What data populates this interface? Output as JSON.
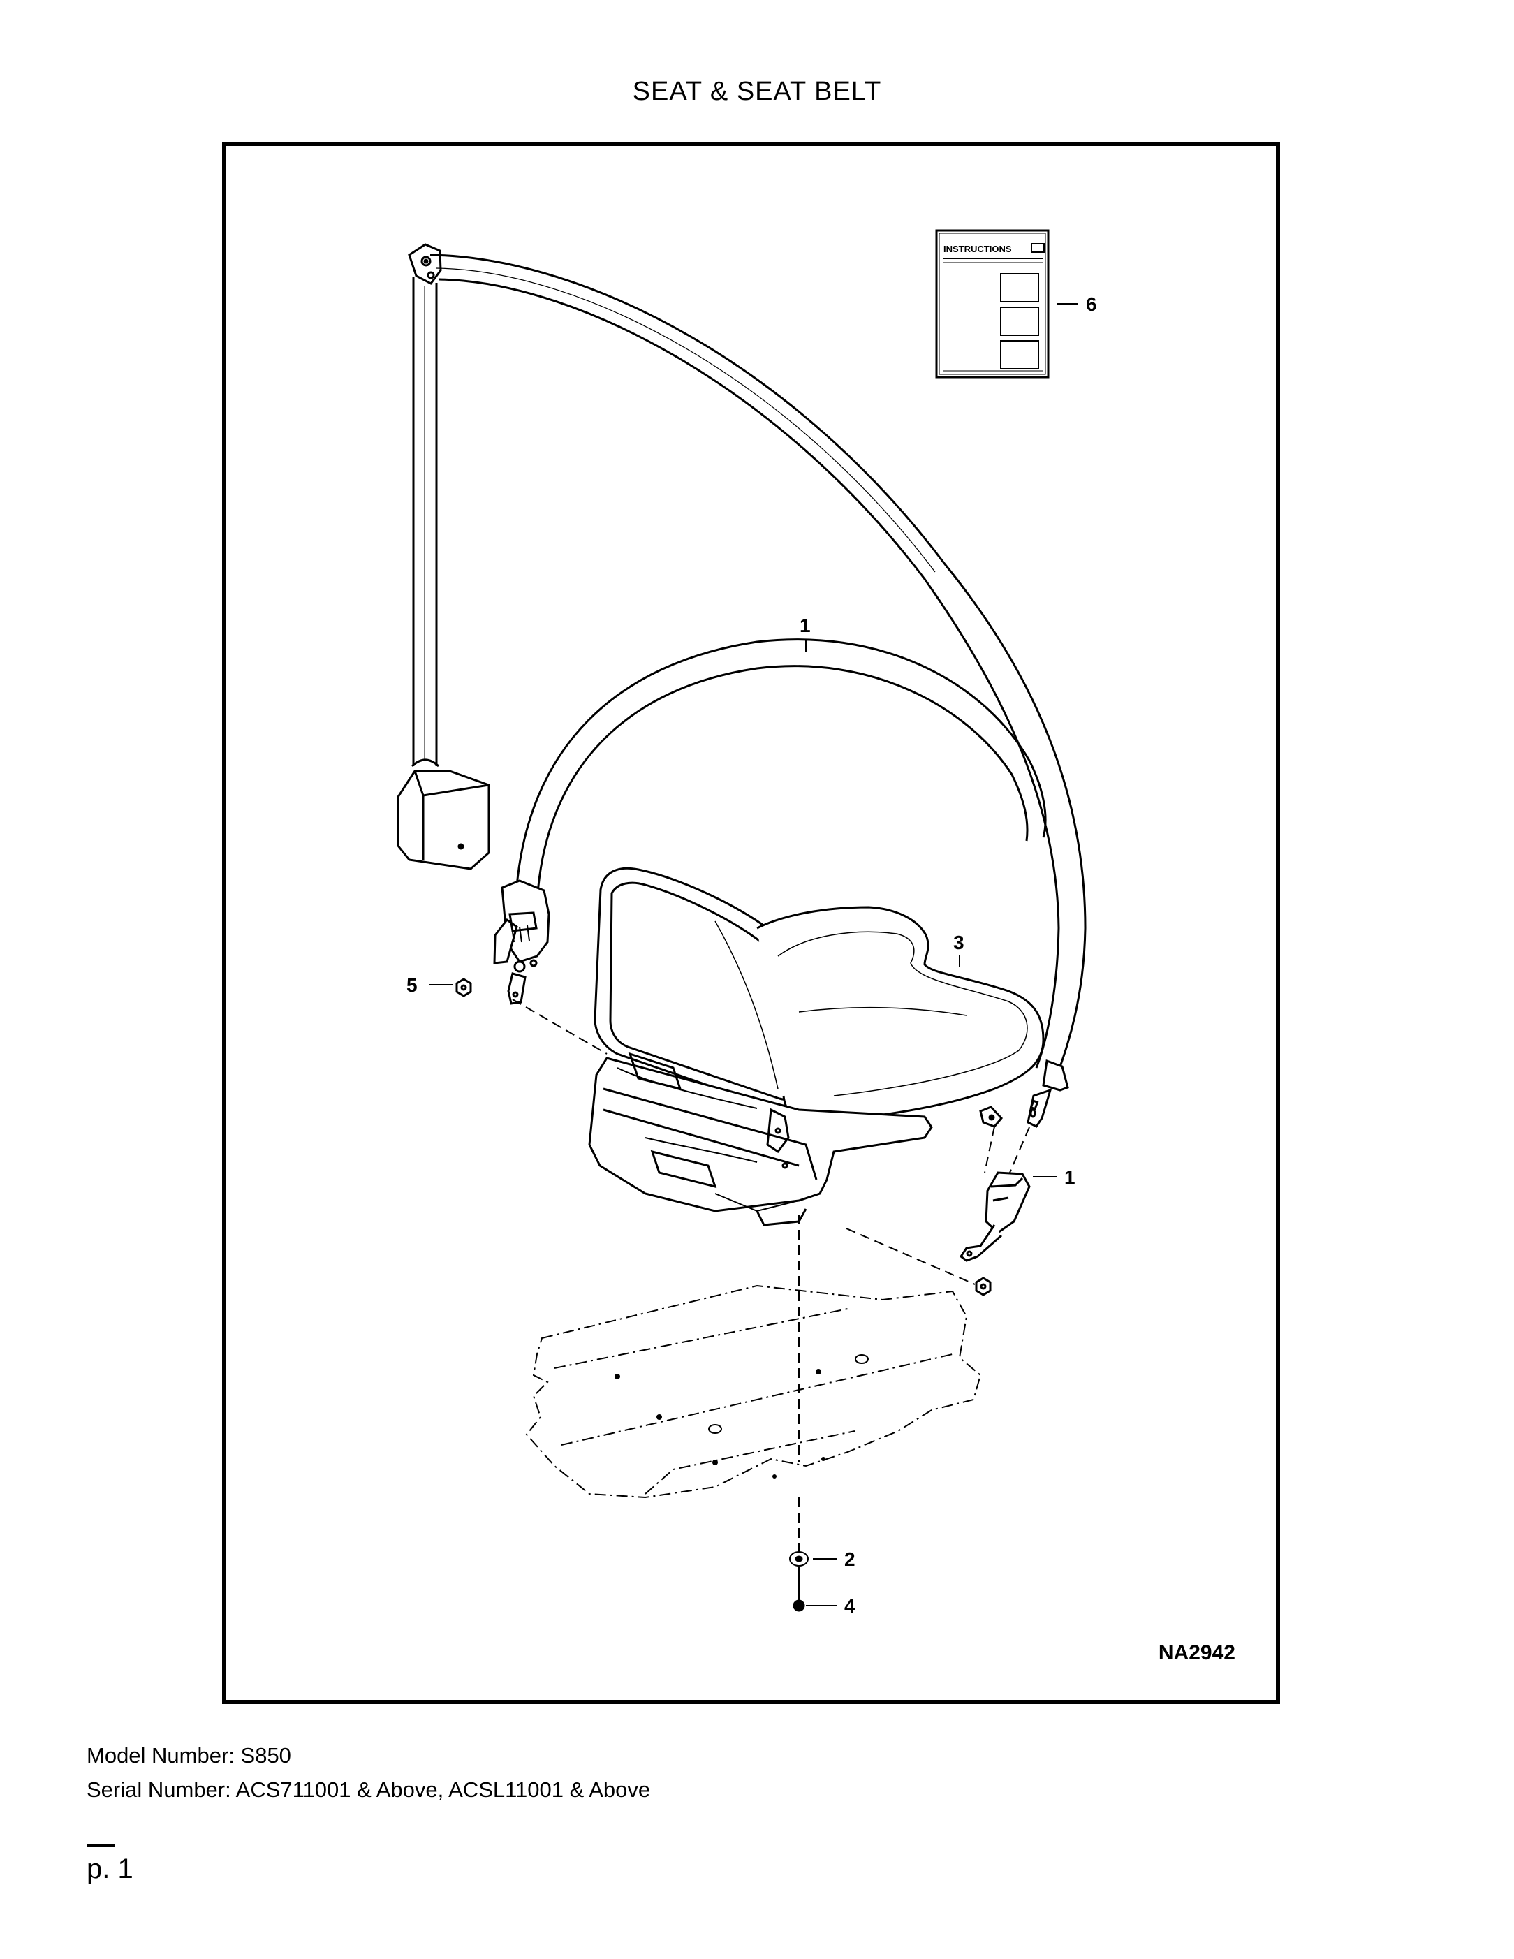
{
  "page": {
    "title": "SEAT & SEAT BELT",
    "model_line": "Model Number: S850",
    "serial_line": "Serial Number: ACS711001 & Above, ACSL11001 & Above",
    "page_number": "p. 1"
  },
  "figure": {
    "id": "NA2942",
    "instruction_card_label": "INSTRUCTIONS",
    "callouts": [
      "1",
      "1",
      "2",
      "3",
      "4",
      "5",
      "6"
    ]
  }
}
